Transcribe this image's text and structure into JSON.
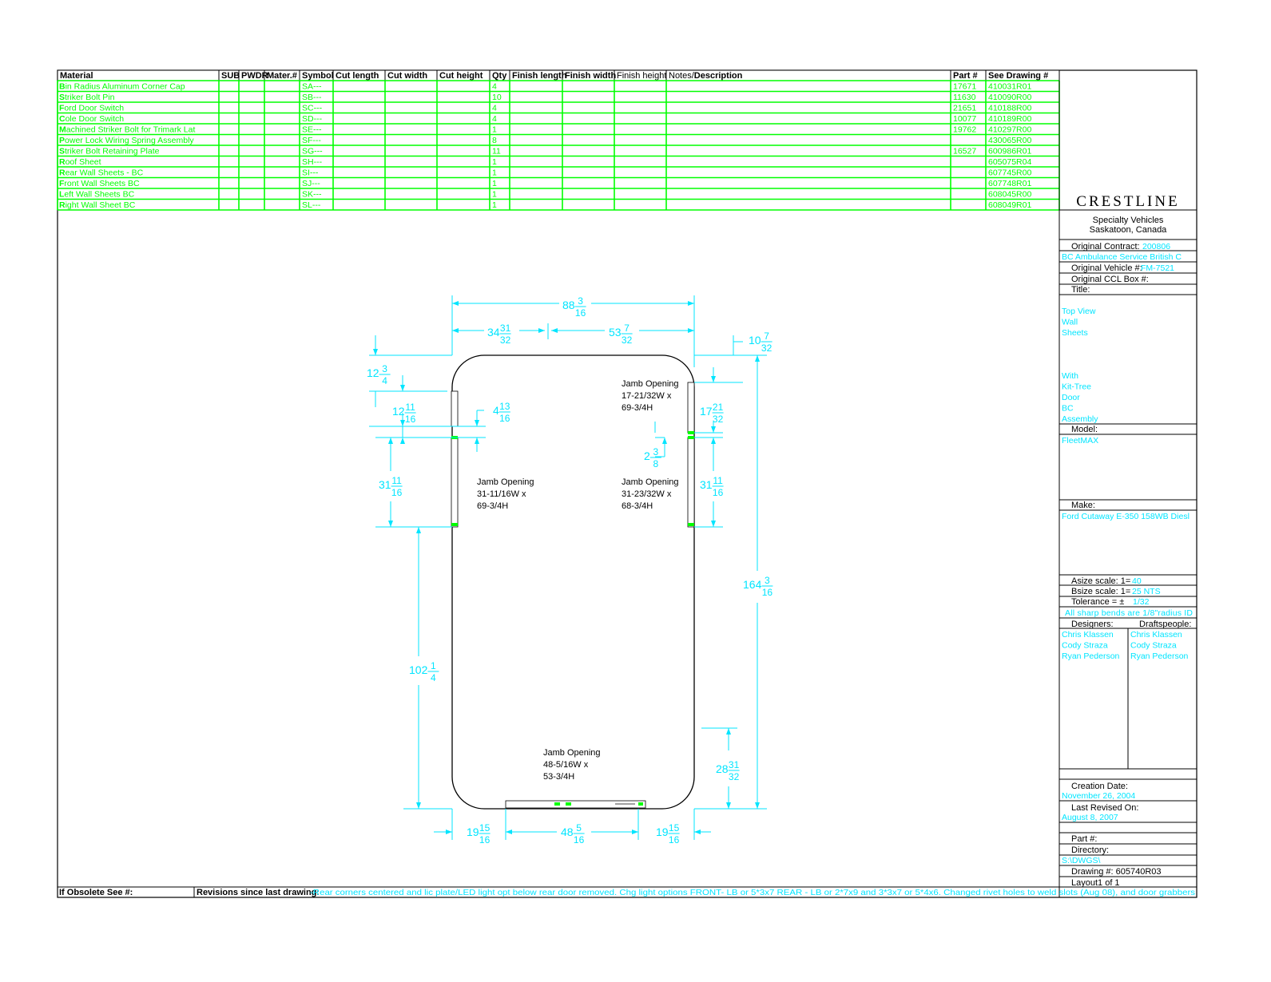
{
  "table": {
    "headers": [
      "Material",
      "SUB",
      "PWDR",
      "Mater.#",
      "Symbol",
      "Cut length",
      "Cut width",
      "Cut height",
      "Qty",
      "Finish length",
      "Finish width",
      "Finish height",
      "Notes/Description",
      "Part #",
      "See Drawing #"
    ],
    "rows": [
      {
        "material": "Bin Radius Aluminum Corner Cap",
        "symbol": "SA---",
        "qty": "4",
        "part": "17671",
        "drawing": "410031R01"
      },
      {
        "material": "Striker Bolt Pin",
        "symbol": "SB---",
        "qty": "10",
        "part": "11630",
        "drawing": "410090R00"
      },
      {
        "material": "Ford Door Switch",
        "symbol": "SC---",
        "qty": "4",
        "part": "21651",
        "drawing": "410188R00"
      },
      {
        "material": "Cole Door Switch",
        "symbol": "SD---",
        "qty": "4",
        "part": "10077",
        "drawing": "410189R00"
      },
      {
        "material": "Machined Striker Bolt for Trimark Lat",
        "symbol": "SE---",
        "qty": "1",
        "part": "19762",
        "drawing": "410297R00"
      },
      {
        "material": "Power Lock Wiring Spring Assembly",
        "symbol": "SF---",
        "qty": "8",
        "part": "",
        "drawing": "430065R00"
      },
      {
        "material": "Striker Bolt Retaining Plate",
        "symbol": "SG---",
        "qty": "11",
        "part": "16527",
        "drawing": "600986R01"
      },
      {
        "material": "Roof Sheet",
        "symbol": "SH---",
        "qty": "1",
        "part": "",
        "drawing": "605075R04"
      },
      {
        "material": "Rear Wall Sheets - BC",
        "symbol": "SI---",
        "qty": "1",
        "part": "",
        "drawing": "607745R00"
      },
      {
        "material": "Front Wall Sheets BC",
        "symbol": "SJ---",
        "qty": "1",
        "part": "",
        "drawing": "607748R01"
      },
      {
        "material": "Left Wall Sheets    BC",
        "symbol": "SK---",
        "qty": "1",
        "part": "",
        "drawing": "608045R00"
      },
      {
        "material": "Right Wall Sheet BC",
        "symbol": "SL---",
        "qty": "1",
        "part": "",
        "drawing": "608049R01"
      }
    ]
  },
  "title_block": {
    "logo": "CRESTLINE",
    "company_line1": "Specialty Vehicles",
    "company_line2": "Saskatoon, Canada",
    "original_contract_label": "Original Contract:",
    "original_contract": "200806",
    "customer": "BC Ambulance Service British C",
    "original_vehicle_label": "Original Vehicle #:",
    "original_vehicle": "FM-7521",
    "ccl_box_label": "Original CCL Box #:",
    "title_label": "Title:",
    "title_lines": [
      "Top View",
      "Wall",
      "Sheets",
      "",
      "",
      "",
      "With",
      "Kit-Tree",
      "Door",
      "BC",
      "Assembly"
    ],
    "model_label": "Model:",
    "model": "FleetMAX",
    "make_label": "Make:",
    "make": "Ford Cutaway E-350 158WB Diesl",
    "asize_label": "Asize scale: 1=",
    "asize": "40",
    "bsize_label": "Bsize scale: 1=",
    "bsize": "25 NTS",
    "tolerance_label": "Tolerance = ±",
    "tolerance": "1/32",
    "bends_note": "All sharp bends are 1/8\"radius ID",
    "designers_label": "Designers:",
    "draftspeople_label": "Draftspeople:",
    "designers": [
      "Chris Klassen",
      "Cody Straza",
      "Ryan Pederson"
    ],
    "draftspeople": [
      "Chris Klassen",
      "Cody Straza",
      "Ryan Pederson"
    ],
    "creation_date_label": "Creation Date:",
    "creation_date": "November 26, 2004",
    "last_revised_label": "Last Revised On:",
    "last_revised": "August 8, 2007",
    "part_label": "Part #:",
    "directory_label": "Directory:",
    "directory": "S:\\DWGS\\",
    "drawing_label": "Drawing #: 605740R03",
    "layout_label": "Layout1 of 1"
  },
  "footer": {
    "obsolete_label": "If Obsolete See #:",
    "revisions_label": "Revisions since last drawing:",
    "revisions_text": "-Rear corners centered and lic plate/LED light opt below rear door removed. Chg light options FRONT- LB or 5*3x7   REAR - LB or 2*7x9 and 3*3x7 or 5*4x6. Changed rivet holes to weld slots (Aug 08), and door grabbers"
  },
  "drawing": {
    "dimensions": [
      {
        "id": "overall-width",
        "whole": "88",
        "num": "3",
        "den": "16"
      },
      {
        "id": "left-offset",
        "whole": "34",
        "num": "31",
        "den": "32"
      },
      {
        "id": "right-span",
        "whole": "53",
        "num": "7",
        "den": "32"
      },
      {
        "id": "right-top-offset",
        "whole": "10",
        "num": "7",
        "den": "32"
      },
      {
        "id": "left-top",
        "whole": "12",
        "num": "3",
        "den": "4"
      },
      {
        "id": "left-door-a",
        "whole": "12",
        "num": "11",
        "den": "16"
      },
      {
        "id": "left-gap",
        "whole": "4",
        "num": "13",
        "den": "16"
      },
      {
        "id": "left-door-b",
        "whole": "31",
        "num": "11",
        "den": "16"
      },
      {
        "id": "left-bottom",
        "whole": "102",
        "num": "1",
        "den": "4"
      },
      {
        "id": "right-door-a",
        "whole": "17",
        "num": "21",
        "den": "32"
      },
      {
        "id": "right-gap",
        "whole": "2",
        "num": "3",
        "den": "8"
      },
      {
        "id": "right-door-b",
        "whole": "31",
        "num": "11",
        "den": "16"
      },
      {
        "id": "overall-length",
        "whole": "164",
        "num": "3",
        "den": "16"
      },
      {
        "id": "rear-offset",
        "whole": "28",
        "num": "31",
        "den": "32"
      },
      {
        "id": "bottom-left",
        "whole": "19",
        "num": "15",
        "den": "16"
      },
      {
        "id": "bottom-mid",
        "whole": "48",
        "num": "5",
        "den": "16"
      },
      {
        "id": "bottom-right",
        "whole": "19",
        "num": "15",
        "den": "16"
      }
    ],
    "openings": [
      {
        "id": "right-front",
        "lines": [
          "Jamb Opening",
          "17-21/32W x",
          "69-3/4H"
        ]
      },
      {
        "id": "left-side",
        "lines": [
          "Jamb Opening",
          "31-11/16W x",
          "69-3/4H"
        ]
      },
      {
        "id": "right-rear",
        "lines": [
          "Jamb Opening",
          "31-23/32W x",
          "68-3/4H"
        ]
      },
      {
        "id": "rear",
        "lines": [
          "Jamb Opening",
          "48-5/16W x",
          "53-3/4H"
        ]
      }
    ]
  }
}
